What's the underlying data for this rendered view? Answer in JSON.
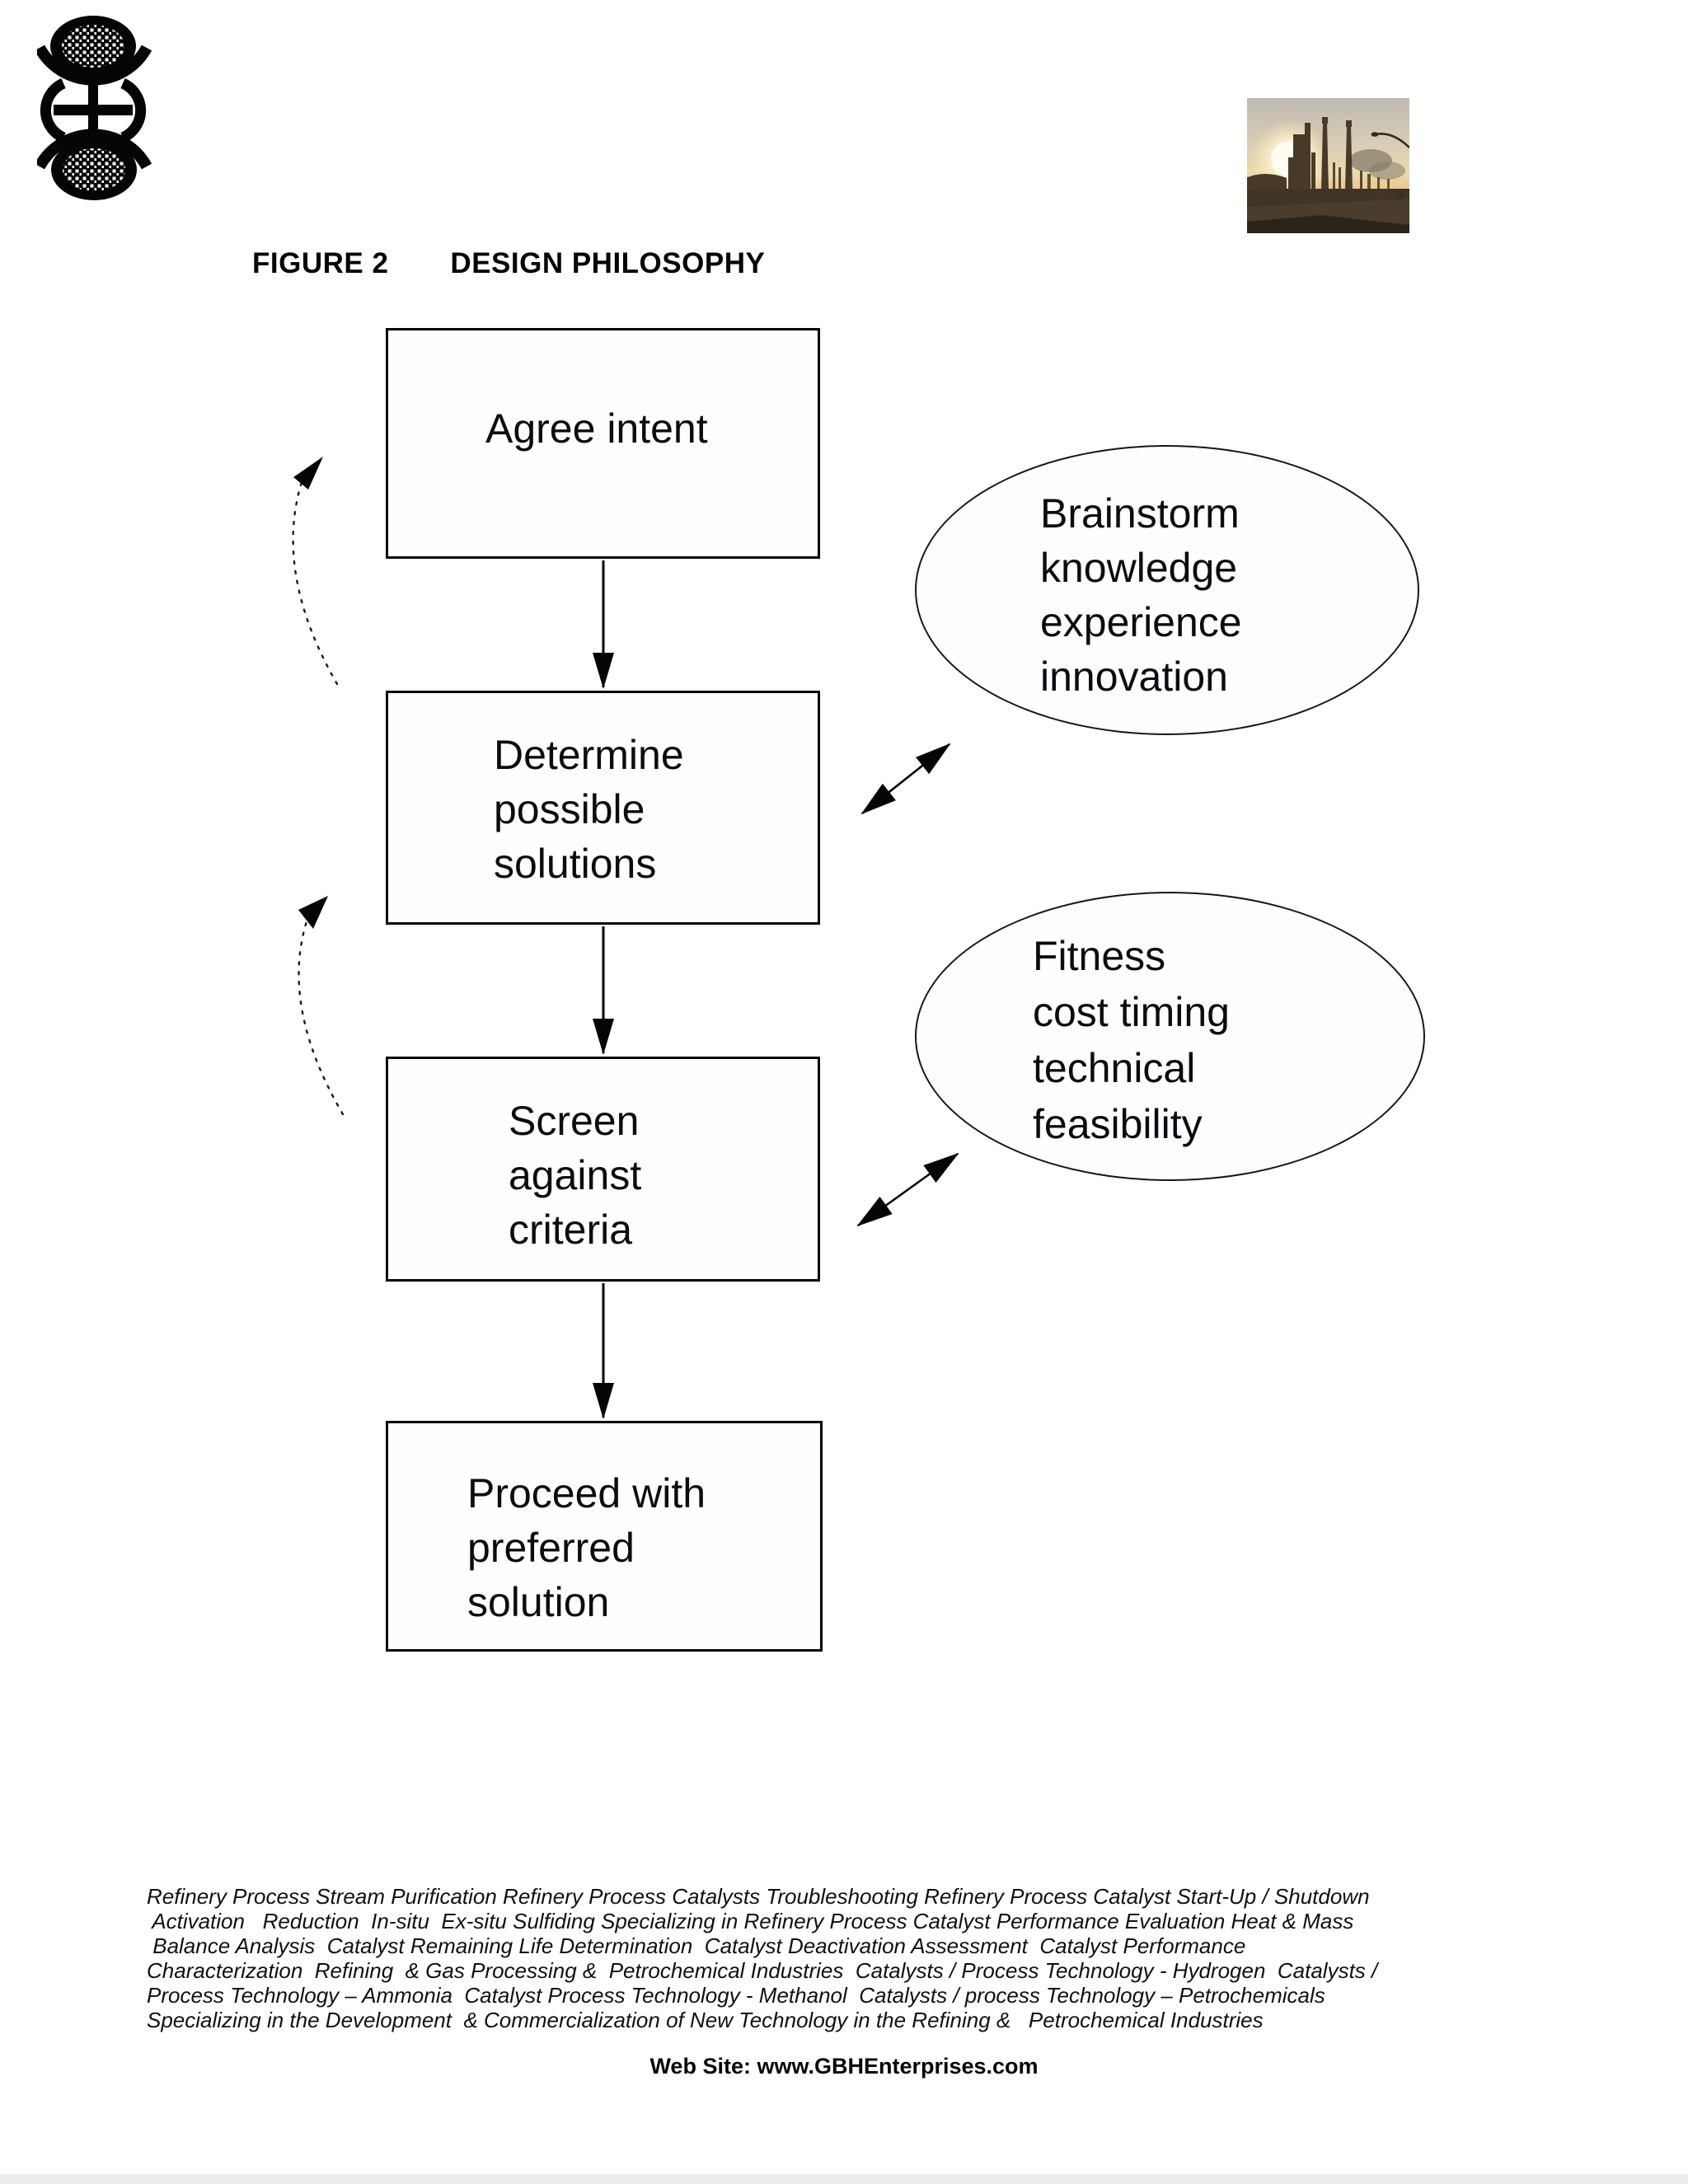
{
  "header": {
    "figure_label": "FIGURE 2",
    "figure_title": "DESIGN PHILOSOPHY"
  },
  "icons": {
    "logo": "gbh-emblem-icon",
    "photo": "refinery-sunset-photo"
  },
  "flowchart": {
    "boxes": [
      {
        "lines": [
          "Agree intent"
        ]
      },
      {
        "lines": [
          "Determine",
          "possible",
          "solutions"
        ]
      },
      {
        "lines": [
          "Screen",
          "against",
          "criteria"
        ]
      },
      {
        "lines": [
          "Proceed with",
          "preferred",
          "solution"
        ]
      }
    ],
    "bubbles": [
      {
        "lines": [
          "Brainstorm",
          "knowledge",
          "experience",
          "innovation"
        ]
      },
      {
        "lines": [
          "Fitness",
          "cost timing",
          "technical",
          "feasibility"
        ]
      }
    ]
  },
  "footer": {
    "lines": [
      "Refinery Process Stream Purification Refinery Process Catalysts Troubleshooting Refinery Process Catalyst Start-Up / Shutdown",
      " Activation   Reduction  In-situ  Ex-situ Sulfiding Specializing in Refinery Process Catalyst Performance Evaluation Heat & Mass",
      " Balance Analysis  Catalyst Remaining Life Determination  Catalyst Deactivation Assessment  Catalyst Performance",
      "Characterization  Refining  & Gas Processing &  Petrochemical Industries  Catalysts / Process Technology - Hydrogen  Catalysts /",
      "Process Technology – Ammonia  Catalyst Process Technology - Methanol  Catalysts / process Technology – Petrochemicals",
      "Specializing in the Development  & Commercialization of New Technology in the Refining &   Petrochemical Industries"
    ],
    "website": "Web Site: www.GBHEnterprises.com"
  },
  "colors": {
    "ink": "#000000",
    "photo_sun": "#fff6d8",
    "photo_sky": "#d9cdb4",
    "photo_silhouette": "#473a28"
  }
}
